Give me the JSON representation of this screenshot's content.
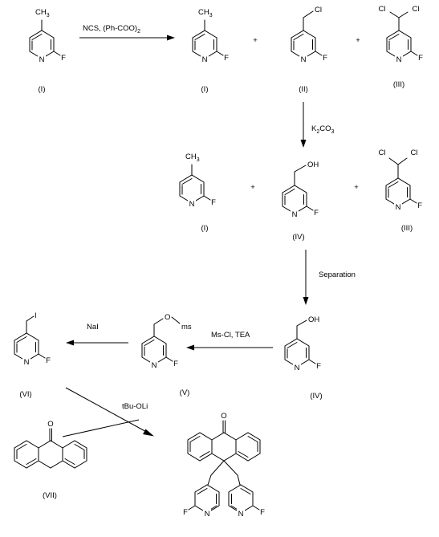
{
  "atoms": {
    "methyl": "CH",
    "methyl_sub": "3",
    "nitrogen": "N",
    "fluorine": "F",
    "chlorine": "Cl",
    "hydroxyl": "OH",
    "oxygen": "O",
    "mesyl": "ms",
    "iodine": "I"
  },
  "compounds": {
    "I": "(I)",
    "II": "(II)",
    "III": "(III)",
    "IV": "(IV)",
    "V": "(V)",
    "VI": "(VI)",
    "VII": "(VII)"
  },
  "reagents": {
    "step1_main": "NCS,  (Ph-COO)",
    "step1_sub": "2",
    "step2_main": "K",
    "step2_sub1": "2",
    "step2_mid": "CO",
    "step2_sub2": "3",
    "step3": "Separation",
    "step4": "Ms-Cl,  TEA",
    "step5": "NaI",
    "step6": "tBu-OLi"
  },
  "plus": "+"
}
